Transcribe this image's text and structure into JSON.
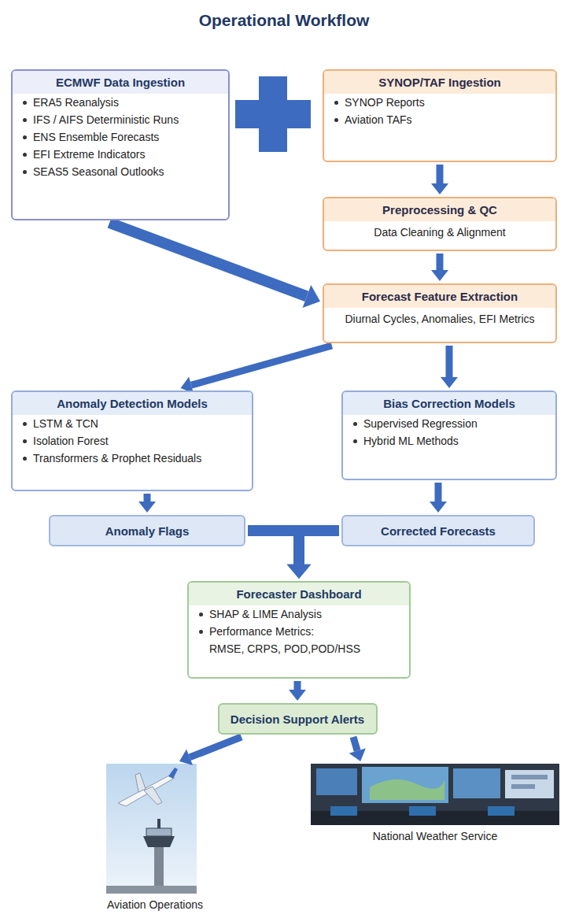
{
  "diagram": {
    "title": "Operational Workflow",
    "nodes": [
      {
        "text": [
          "ECMWF Data Ingestion",
          "ERA5 Reanalysis",
          "IFS / AIFS Deterministic Runs",
          "ENS Ensemble Forecasts",
          "EFI Extreme Indicators",
          "SEAS5 Seasonal Outlooks"
        ]
      },
      {
        "text": [
          "SYNOP/TAF Ingestion",
          "SYNOP Reports",
          "Aviation TAFs"
        ]
      },
      {
        "text": [
          "Preprocessing & QC",
          "Data Cleaning & Alignment"
        ]
      },
      {
        "text": [
          "Forecast Feature Extraction",
          "Diurnal Cycles, Anomalies, EFI Metrics"
        ]
      },
      {
        "text": [
          "Anomaly Detection Models",
          "LSTM & TCN",
          "Isolation Forest",
          "Transformers & Prophet Residuals"
        ]
      },
      {
        "text": [
          "Bias Correction Models",
          "Supervised Regression",
          "Hybrid ML Methods"
        ]
      },
      {
        "text": [
          "Anomaly Flags"
        ]
      },
      {
        "text": [
          "Corrected Forecasts"
        ]
      },
      {
        "text": [
          "Forecaster Dashboard",
          "SHAP & LIME Analysis",
          "Performance Metrics:",
          "RMSE, CRPS,  POD,POD/HSS"
        ]
      },
      {
        "text": [
          "Decision Support Alerts"
        ]
      },
      {
        "text": [
          "Aviation Operations"
        ]
      },
      {
        "text": [
          "National Weather Service"
        ]
      }
    ],
    "edges": [
      {
        "from": 1,
        "to": 2,
        "arrow": "to"
      },
      {
        "from": 2,
        "to": 3,
        "arrow": "to"
      },
      {
        "from": 0,
        "to": 3,
        "arrow": "to"
      },
      {
        "from": 3,
        "to": 4,
        "arrow": "to"
      },
      {
        "from": 3,
        "to": 5,
        "arrow": "to"
      },
      {
        "from": 4,
        "to": 6,
        "arrow": "to"
      },
      {
        "from": 5,
        "to": 7,
        "arrow": "to"
      },
      {
        "from": 6,
        "to": 8,
        "arrow": "to"
      },
      {
        "from": 7,
        "to": 8,
        "arrow": "to"
      },
      {
        "from": 8,
        "to": 9,
        "arrow": "to"
      },
      {
        "from": 9,
        "to": 10,
        "arrow": "to"
      },
      {
        "from": 9,
        "to": 11,
        "arrow": "to"
      }
    ]
  }
}
